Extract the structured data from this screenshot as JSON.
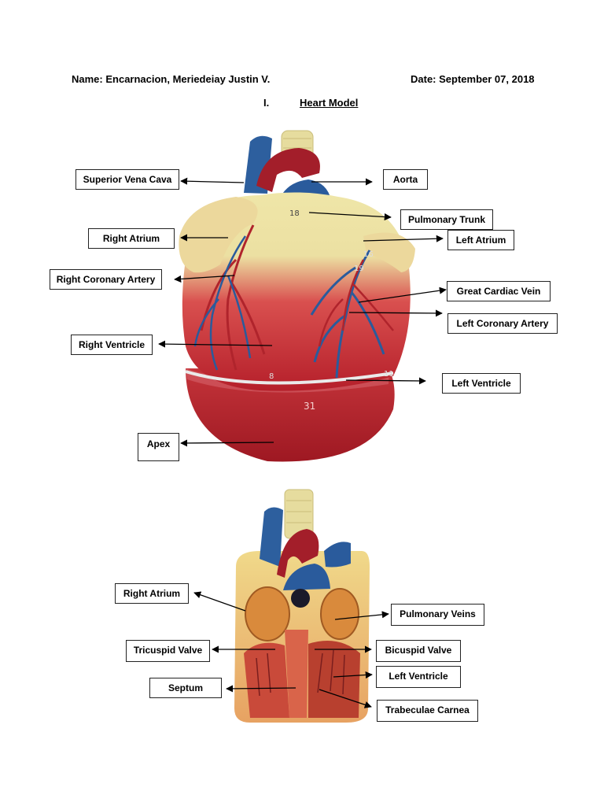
{
  "header": {
    "name": "Name: Encarnacion, Meriedeiay Justin V.",
    "date": "Date: September 07, 2018"
  },
  "section": {
    "number": "I.",
    "title": "Heart Model"
  },
  "figure1": {
    "labels": {
      "superior_vena_cava": "Superior Vena Cava",
      "aorta": "Aorta",
      "pulmonary_trunk": "Pulmonary Trunk",
      "right_atrium": "Right Atrium",
      "left_atrium": "Left Atrium",
      "right_coronary_artery": "Right Coronary Artery",
      "great_cardiac_vein": "Great Cardiac Vein",
      "left_coronary_artery": "Left Coronary Artery",
      "right_ventricle": "Right Ventricle",
      "left_ventricle": "Left Ventricle",
      "apex": "Apex"
    },
    "model_numbers": {
      "n18": "18",
      "n16": "16",
      "n19": "19",
      "n8": "8",
      "n11": "11",
      "n31": "31"
    }
  },
  "figure2": {
    "labels": {
      "right_atrium": "Right Atrium",
      "pulmonary_veins": "Pulmonary Veins",
      "tricuspid_valve": "Tricuspid Valve",
      "bicuspid_valve": "Bicuspid Valve",
      "left_ventricle": "Left Ventricle",
      "septum": "Septum",
      "trabeculae_carnea": "Trabeculae Carnea"
    }
  },
  "colors": {
    "muscle_red": "#b8262c",
    "vessel_blue": "#2a5b9c",
    "fat_yellow": "#efe6a8",
    "artery_red": "#a31e2a"
  }
}
